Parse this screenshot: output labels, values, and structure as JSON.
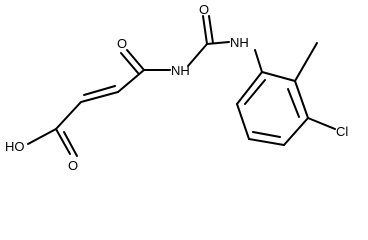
{
  "molecule": {
    "atoms": {
      "hydroxyl": "HO",
      "acid_carbonyl_oxygen": "O",
      "amide_carbonyl_oxygen": "O",
      "urea_carbonyl_oxygen": "O",
      "imide_nh": "NH",
      "aryl_nh": "NH",
      "chlorine": "Cl"
    },
    "colors": {
      "bonds": "#000000",
      "labels": "#000000",
      "background": "#ffffff"
    }
  }
}
